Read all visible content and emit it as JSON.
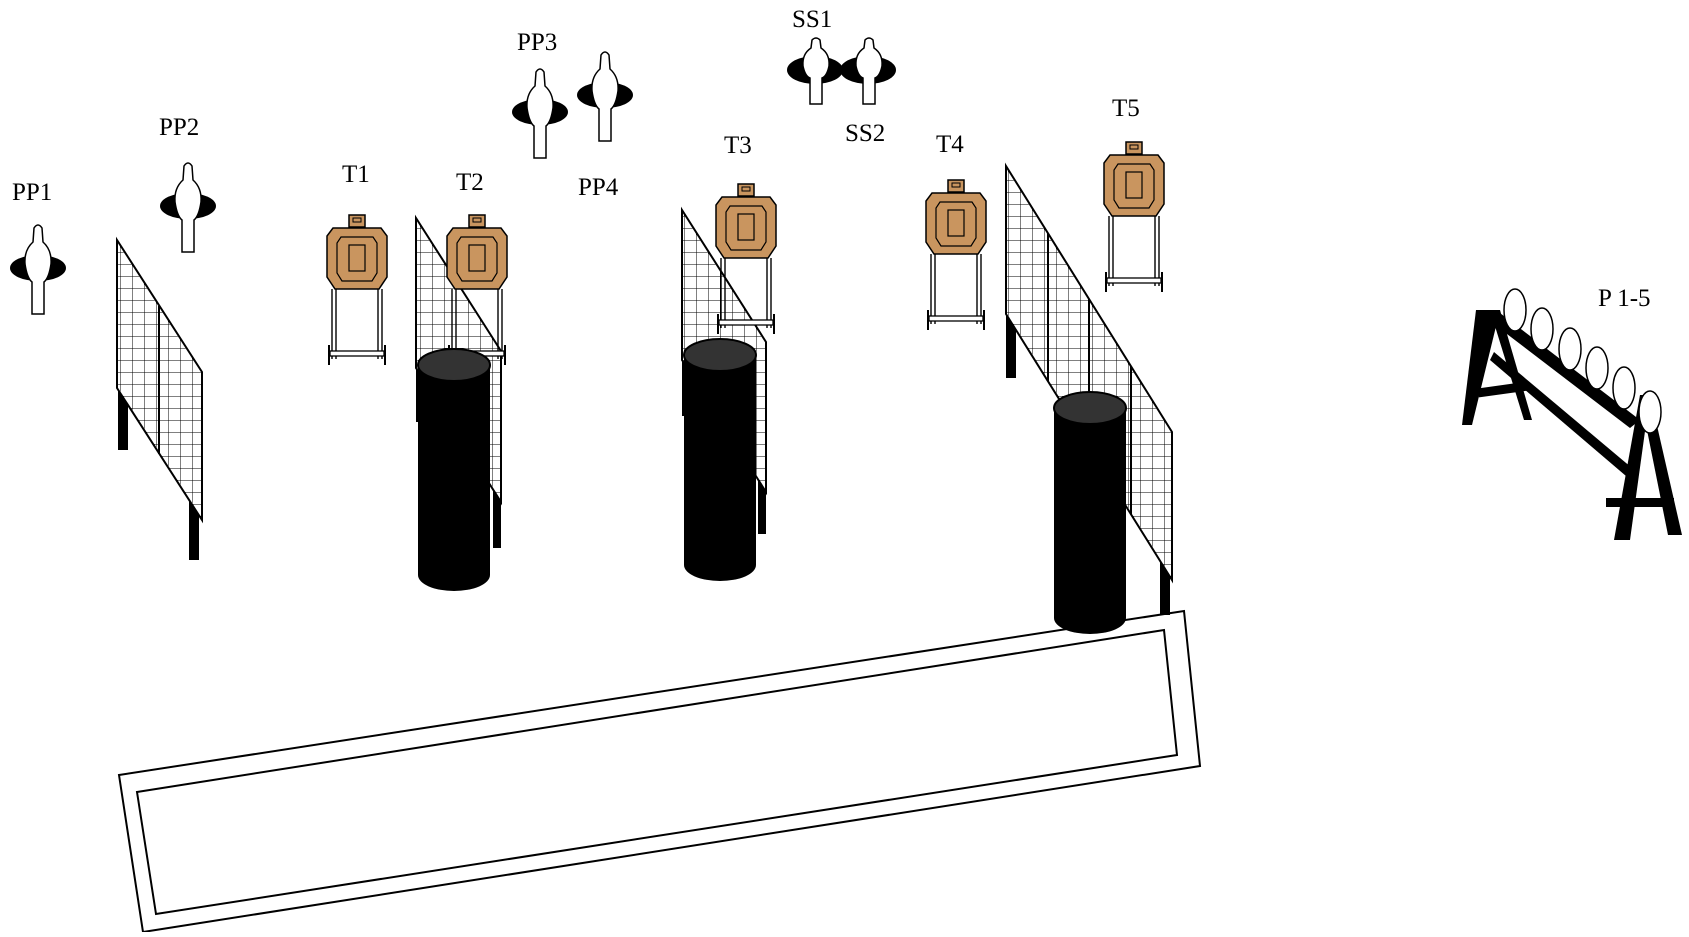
{
  "labels": {
    "pp1": "PP1",
    "pp2": "PP2",
    "pp3": "PP3",
    "pp4": "PP4",
    "ss1": "SS1",
    "ss2": "SS2",
    "t1": "T1",
    "t2": "T2",
    "t3": "T3",
    "t4": "T4",
    "t5": "T5",
    "plates": "P 1-5"
  },
  "colors": {
    "cardboard": "#C9955F",
    "steel": "#000000",
    "barrel_top": "#333333",
    "mesh": "#000000",
    "background": "#FFFFFF"
  },
  "icons": {
    "pepper_popper": "pepper-popper-icon",
    "cardboard_target": "cardboard-target-icon",
    "barrel": "barrel-icon",
    "mesh_wall": "mesh-wall-icon",
    "plate_rack": "plate-rack-icon",
    "shooting_box": "shooting-box-icon"
  }
}
